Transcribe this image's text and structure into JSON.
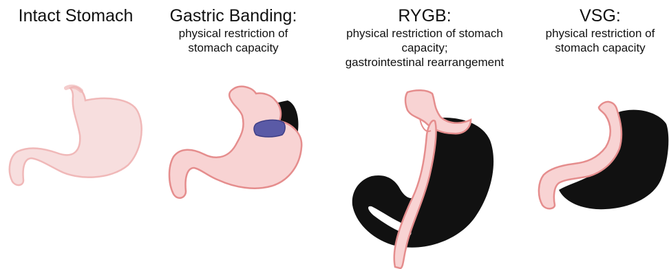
{
  "panels": [
    {
      "title": "Intact Stomach",
      "subtitle": []
    },
    {
      "title": "Gastric Banding:",
      "subtitle": [
        "physical restriction of",
        "stomach capacity"
      ]
    },
    {
      "title": "RYGB:",
      "subtitle": [
        "physical restriction of stomach",
        "capacity;",
        "gastrointestinal rearrangement"
      ]
    },
    {
      "title": "VSG:",
      "subtitle": [
        "physical restriction of",
        "stomach capacity"
      ]
    }
  ],
  "colors": {
    "stomach_fill": "#f8d3d3",
    "stomach_outline": "#e58d8d",
    "intact_fill": "#f7dede",
    "intact_outline": "#f0b8b8",
    "removed_stomach": "#111111",
    "band": "#5a5aa6"
  }
}
